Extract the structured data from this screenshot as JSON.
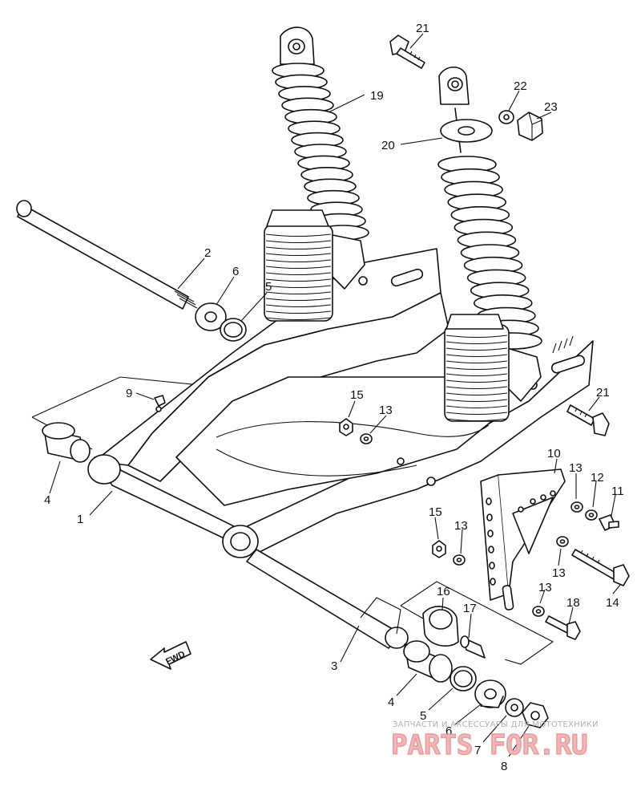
{
  "callouts": [
    {
      "id": "c1",
      "text": "1"
    },
    {
      "id": "c2",
      "text": "2"
    },
    {
      "id": "c3",
      "text": "3"
    },
    {
      "id": "c4a",
      "text": "4"
    },
    {
      "id": "c4b",
      "text": "4"
    },
    {
      "id": "c5a",
      "text": "5"
    },
    {
      "id": "c5b",
      "text": "5"
    },
    {
      "id": "c6a",
      "text": "6"
    },
    {
      "id": "c6b",
      "text": "6"
    },
    {
      "id": "c7",
      "text": "7"
    },
    {
      "id": "c8",
      "text": "8"
    },
    {
      "id": "c9",
      "text": "9"
    },
    {
      "id": "c10",
      "text": "10"
    },
    {
      "id": "c11",
      "text": "11"
    },
    {
      "id": "c12",
      "text": "12"
    },
    {
      "id": "c13a",
      "text": "13"
    },
    {
      "id": "c13b",
      "text": "13"
    },
    {
      "id": "c13c",
      "text": "13"
    },
    {
      "id": "c13d",
      "text": "13"
    },
    {
      "id": "c13e",
      "text": "13"
    },
    {
      "id": "c14",
      "text": "14"
    },
    {
      "id": "c15a",
      "text": "15"
    },
    {
      "id": "c15b",
      "text": "15"
    },
    {
      "id": "c16",
      "text": "16"
    },
    {
      "id": "c17",
      "text": "17"
    },
    {
      "id": "c18",
      "text": "18"
    },
    {
      "id": "c19",
      "text": "19"
    },
    {
      "id": "c20",
      "text": "20"
    },
    {
      "id": "c21a",
      "text": "21"
    },
    {
      "id": "c21b",
      "text": "21"
    },
    {
      "id": "c22",
      "text": "22"
    },
    {
      "id": "c23",
      "text": "23"
    }
  ],
  "fwd_label": "FWD",
  "watermark": {
    "tagline": "ЗАПЧАСТИ И АКСЕССУАРЫ ДЛЯ МОТОТЕХНИКИ",
    "logo": "PARTS FOR.RU"
  }
}
